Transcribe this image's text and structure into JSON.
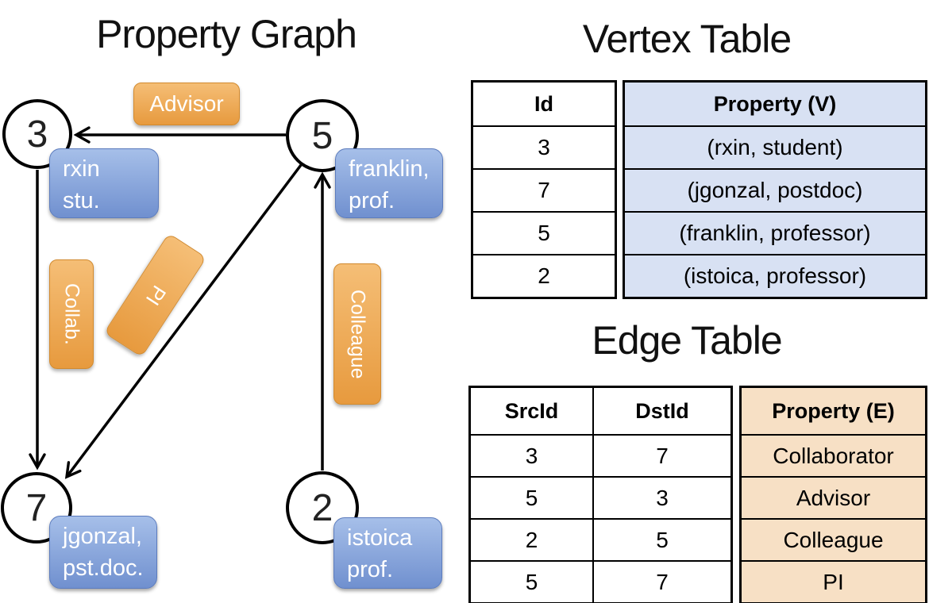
{
  "graph": {
    "title": "Property Graph",
    "vertices": [
      {
        "id": "3",
        "line1": "rxin",
        "line2": "stu."
      },
      {
        "id": "5",
        "line1": "franklin,",
        "line2": "prof."
      },
      {
        "id": "7",
        "line1": "jgonzal,",
        "line2": "pst.doc."
      },
      {
        "id": "2",
        "line1": "istoica",
        "line2": "prof."
      }
    ],
    "edge_labels": [
      "Advisor",
      "Collab.",
      "PI",
      "Colleague"
    ]
  },
  "vertex_table": {
    "title": "Vertex Table",
    "columns": {
      "id": "Id",
      "property": "Property (V)"
    },
    "rows": [
      {
        "id": "3",
        "property": "(rxin, student)"
      },
      {
        "id": "7",
        "property": "(jgonzal, postdoc)"
      },
      {
        "id": "5",
        "property": "(franklin, professor)"
      },
      {
        "id": "2",
        "property": "(istoica, professor)"
      }
    ]
  },
  "edge_table": {
    "title": "Edge Table",
    "columns": {
      "src": "SrcId",
      "dst": "DstId",
      "property": "Property (E)"
    },
    "rows": [
      {
        "src": "3",
        "dst": "7",
        "property": "Collaborator"
      },
      {
        "src": "5",
        "dst": "3",
        "property": "Advisor"
      },
      {
        "src": "2",
        "dst": "5",
        "property": "Colleague"
      },
      {
        "src": "5",
        "dst": "7",
        "property": "PI"
      }
    ]
  },
  "colors": {
    "edge_label_fill_top": "#F5BE76",
    "edge_label_fill_bottom": "#E79A3E",
    "vertex_label_fill_top": "#A6BFE9",
    "vertex_label_fill_bottom": "#7090CF",
    "vertex_table_cell_fill": "#D8E1F3",
    "edge_table_cell_fill": "#F7E0C5",
    "line_color": "#000000"
  }
}
